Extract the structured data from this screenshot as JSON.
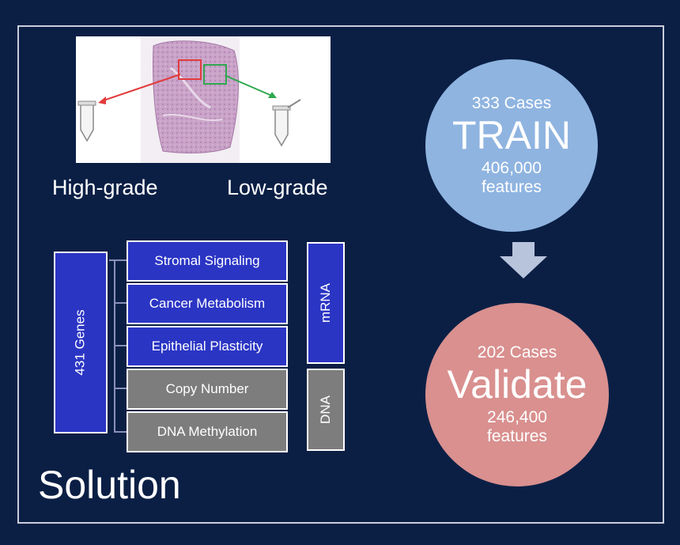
{
  "figure": {
    "grades": {
      "high": "High-grade",
      "low": "Low-grade"
    },
    "genes_label": "431 Genes",
    "categories": [
      {
        "label": "Stromal Signaling",
        "group": "mRNA"
      },
      {
        "label": "Cancer Metabolism",
        "group": "mRNA"
      },
      {
        "label": "Epithelial Plasticity",
        "group": "mRNA"
      },
      {
        "label": "Copy Number",
        "group": "DNA"
      },
      {
        "label": "DNA Methylation",
        "group": "DNA"
      }
    ],
    "groups": {
      "mrna": "mRNA",
      "dna": "DNA"
    },
    "train": {
      "cases": "333 Cases",
      "title": "TRAIN",
      "features_count": "406,000",
      "features_word": "features"
    },
    "validate": {
      "cases": "202 Cases",
      "title": "Validate",
      "features_count": "246,400",
      "features_word": "features"
    },
    "solution": "Solution"
  },
  "colors": {
    "background": "#0b1f45",
    "blue_box": "#2b35c4",
    "gray_box": "#7d7d7d",
    "train_circle": "#8fb4e0",
    "validate_circle": "#d9908f",
    "arrow": "#b8c4dc",
    "high_grade_arrow": "#e23b3b",
    "low_grade_arrow": "#2fa84f"
  },
  "icons": [
    "test-tube-icon",
    "down-arrow-icon"
  ]
}
